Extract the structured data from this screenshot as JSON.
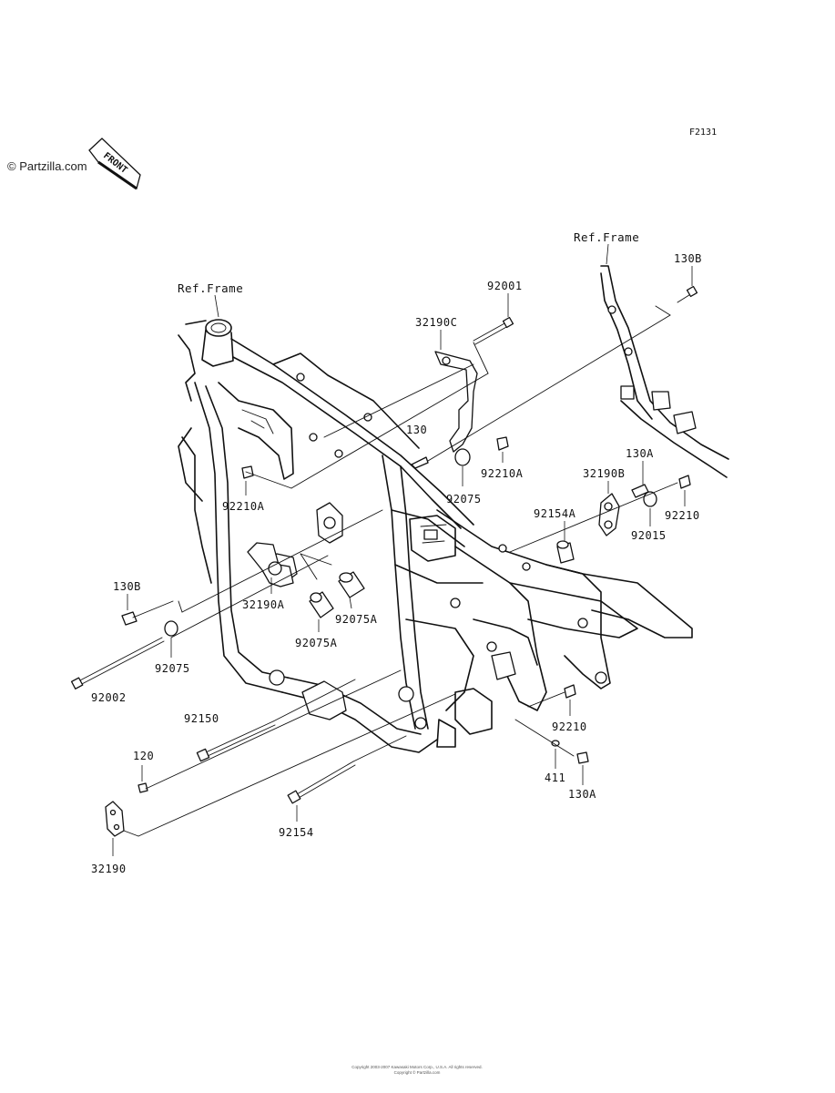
{
  "watermark": "© Partzilla.com",
  "figure_code": "F2131",
  "front_marker": "FRONT",
  "ref_labels": [
    "Ref.Frame",
    "Ref.Frame"
  ],
  "part_labels": [
    "92001",
    "32190C",
    "130",
    "92210A",
    "92075",
    "92210A",
    "130B",
    "32190A",
    "92075A",
    "92075A",
    "92075",
    "92002",
    "92150",
    "120",
    "32190",
    "92154",
    "130B",
    "130A",
    "32190B",
    "92154A",
    "92210",
    "92015",
    "92210",
    "411",
    "130A"
  ],
  "footer_lines": [
    "Copyright 2003-2007 Kawasaki Motors Corp., U.S.A. All rights reserved.",
    "Copyright © Partzilla.com"
  ]
}
